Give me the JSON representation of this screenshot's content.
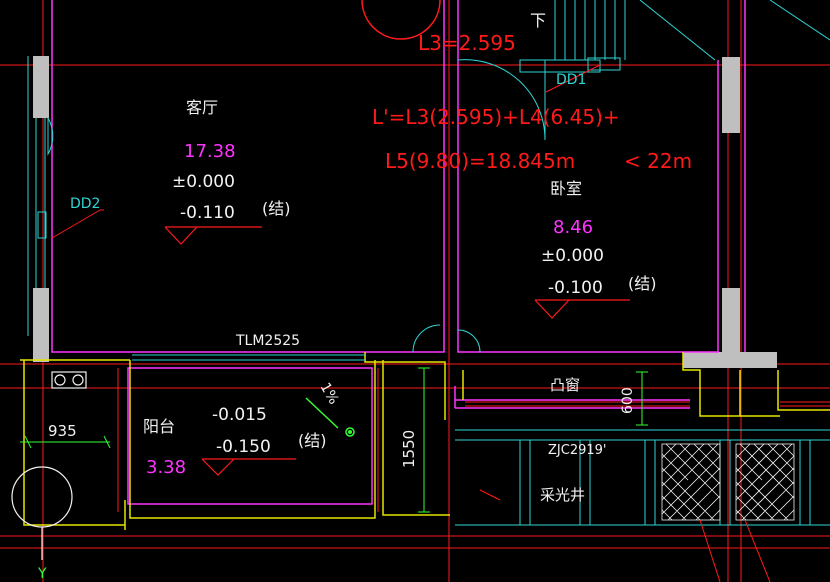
{
  "colors": {
    "background": "#000000",
    "wall": "#ff1a1a",
    "magenta": "#ff33ff",
    "cyan": "#2fd6d6",
    "yellow": "#e6e600",
    "green": "#33ff33",
    "white": "#f2f2f2",
    "column_fill": "#bfbfbf"
  },
  "stair": {
    "direction_label": "下"
  },
  "formula": {
    "line1": "L3=2.595",
    "line2": "L'=L3(2.595)+L4(6.45)+",
    "line3": "L5(9.80)=18.845m",
    "line3_compare": "< 22m"
  },
  "door_tags": {
    "dd1": "DD1",
    "dd2": "DD2"
  },
  "rooms": [
    {
      "name": "客厅",
      "area": "17.38",
      "level": "±0.000",
      "structure_level": "-0.110",
      "note": "(结)"
    },
    {
      "name": "卧室",
      "area": "8.46",
      "level": "±0.000",
      "structure_level": "-0.100",
      "note": "(结)"
    },
    {
      "name": "阳台",
      "area": "3.38",
      "level": "-0.015",
      "structure_level": "-0.150",
      "note": "(结)"
    }
  ],
  "door_window": {
    "balcony_door": "TLM2525",
    "bay_window": "凸窗",
    "bay_window_code": "ZJC2919'"
  },
  "dimensions": {
    "d935": "935",
    "d1550": "1550",
    "d600": "600"
  },
  "slope": "1%",
  "shaft": "采光井",
  "axis": {
    "label": "Y"
  }
}
